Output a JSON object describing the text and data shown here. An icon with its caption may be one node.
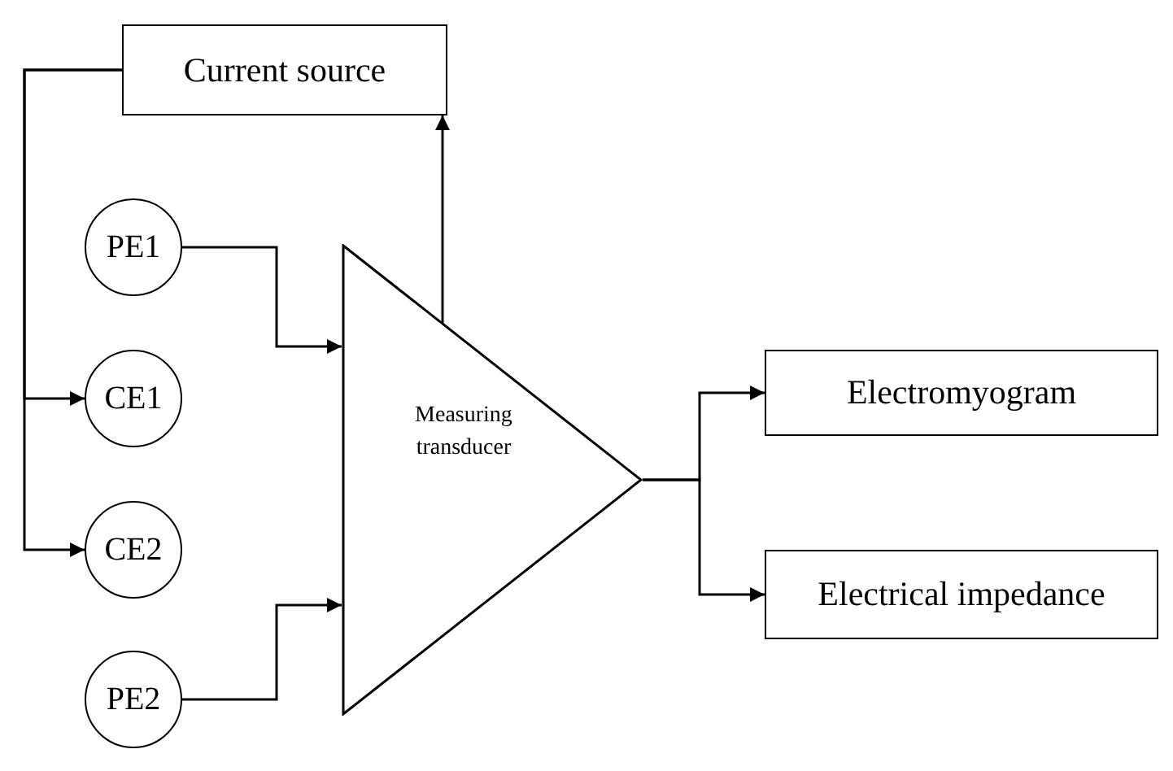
{
  "diagram": {
    "nodes": [
      {
        "text": [
          "Current source"
        ]
      },
      {
        "text": [
          "PE1"
        ]
      },
      {
        "text": [
          "CE1"
        ]
      },
      {
        "text": [
          "CE2"
        ]
      },
      {
        "text": [
          "PE2"
        ]
      },
      {
        "text": [
          "Measuring transducer"
        ]
      },
      {
        "text": [
          "Electromyogram"
        ]
      },
      {
        "text": [
          "Electrical impedance"
        ]
      }
    ],
    "edges": [
      {
        "from": 0,
        "to": 2,
        "arrow": "to"
      },
      {
        "from": 0,
        "to": 3,
        "arrow": "to"
      },
      {
        "from": 1,
        "to": 5,
        "arrow": "to"
      },
      {
        "from": 4,
        "to": 5,
        "arrow": "to"
      },
      {
        "from": 5,
        "to": 0,
        "arrow": "to"
      },
      {
        "from": 5,
        "to": 6,
        "arrow": "to"
      },
      {
        "from": 5,
        "to": 7,
        "arrow": "to"
      }
    ]
  }
}
